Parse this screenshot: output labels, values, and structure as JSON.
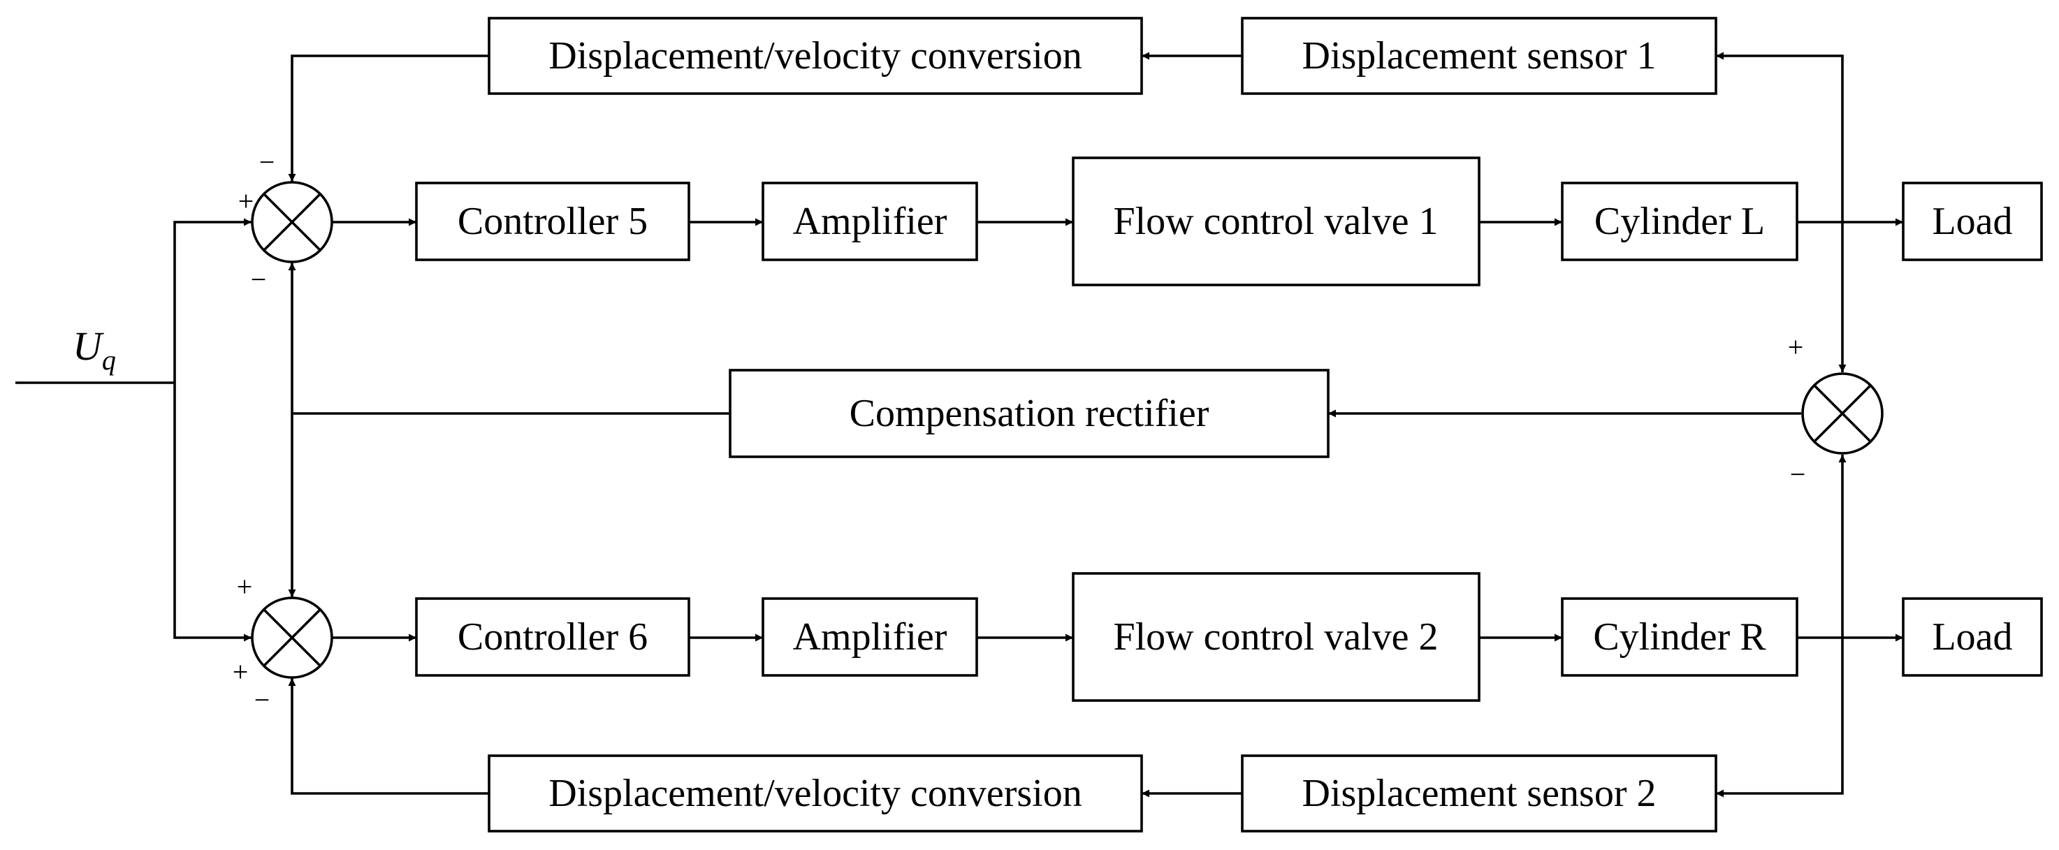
{
  "input": {
    "symbol": "U",
    "subscript": "q"
  },
  "blocks": {
    "conv_top": "Displacement/velocity conversion",
    "sensor1": "Displacement sensor 1",
    "controller5": "Controller 5",
    "amp_top": "Amplifier",
    "valve1": "Flow control valve 1",
    "cylinder_l": "Cylinder L",
    "load_top": "Load",
    "comp_rectifier": "Compensation rectifier",
    "controller6": "Controller 6",
    "amp_bottom": "Amplifier",
    "valve2": "Flow control valve 2",
    "cylinder_r": "Cylinder R",
    "load_bottom": "Load",
    "conv_bottom": "Displacement/velocity conversion",
    "sensor2": "Displacement sensor 2"
  },
  "signs": {
    "top_sum_top": "−",
    "top_sum_left": "+",
    "top_sum_bottom": "−",
    "bottom_sum_top": "+",
    "bottom_sum_left": "+",
    "bottom_sum_bottom": "−",
    "right_sum_top": "+",
    "right_sum_bottom": "−"
  }
}
